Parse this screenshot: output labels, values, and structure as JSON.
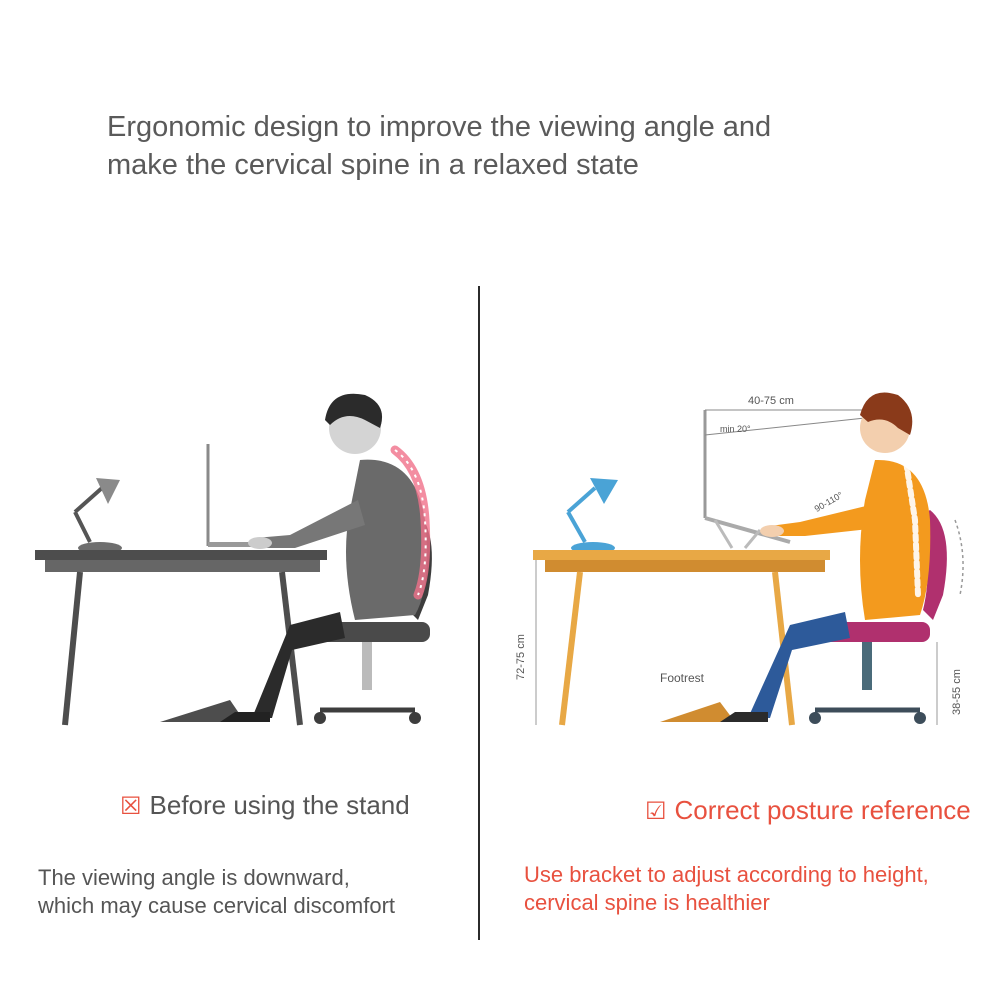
{
  "headline": {
    "line1": "Ergonomic design to improve the viewing angle and",
    "line2": "make the cervical spine in a relaxed state"
  },
  "before": {
    "mark": "☒",
    "title": "Before using the stand",
    "desc_line1": "The viewing angle is downward,",
    "desc_line2": "which may cause cervical discomfort"
  },
  "after": {
    "mark": "☑",
    "title": "Correct posture reference",
    "desc_line1": "Use bracket to adjust according to height,",
    "desc_line2": "cervical spine is healthier"
  },
  "diagram_labels": {
    "distance": "40-75 cm",
    "min_angle": "min 20°",
    "elbow_angle": "90-110°",
    "desk_height": "72-75 cm",
    "footrest": "Footrest",
    "seat_height": "38-55 cm"
  },
  "colors": {
    "headline": "#5a5a5a",
    "accent_red": "#e8513f",
    "spine_pink": "#f0708a",
    "shirt_orange": "#f39a1e",
    "desk_wood": "#e8a845",
    "chair_magenta": "#b0306e",
    "jeans_blue": "#2d5a9a",
    "lamp_blue": "#4aa3d6",
    "grey_dark": "#4d4d4d"
  }
}
